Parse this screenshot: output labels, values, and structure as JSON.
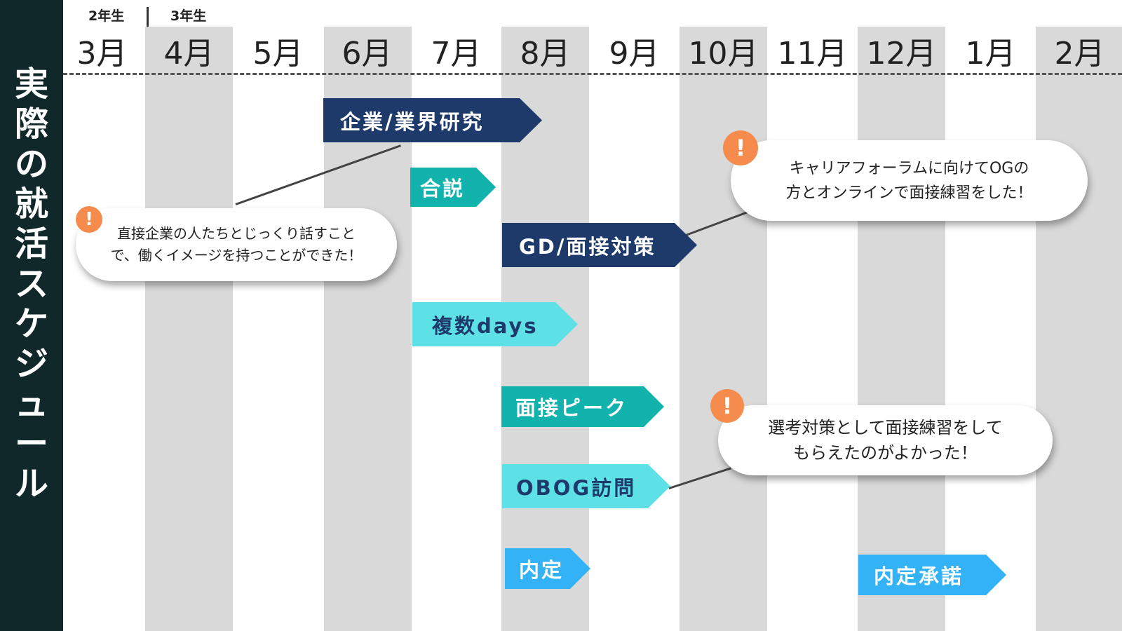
{
  "page": {
    "title": "実際の就活スケジュール",
    "colors": {
      "sidebar_bg": "#11282a",
      "band_gray": "#d9d9d9",
      "alert_orange": "#f58b4c"
    }
  },
  "timeline": {
    "years": [
      {
        "label": "2年生"
      },
      {
        "label": "3年生"
      }
    ],
    "months": [
      "3月",
      "4月",
      "5月",
      "6月",
      "7月",
      "8月",
      "9月",
      "10月",
      "11月",
      "12月",
      "1月",
      "2月"
    ]
  },
  "tasks": [
    {
      "label": "企業/業界研究",
      "color": "#1d3a6b",
      "text_color": "#ffffff"
    },
    {
      "label": "合説",
      "color": "#12b3ad",
      "text_color": "#ffffff"
    },
    {
      "label": "GD/面接対策",
      "color": "#1d3a6b",
      "text_color": "#ffffff"
    },
    {
      "label": "複数days",
      "color": "#5ee1e6",
      "text_color": "#1d3a6b"
    },
    {
      "label": "面接ピーク",
      "color": "#12b3ad",
      "text_color": "#ffffff"
    },
    {
      "label": "OBOG訪問",
      "color": "#5ee1e6",
      "text_color": "#1d3a6b"
    },
    {
      "label": "内定",
      "color": "#33b3f5",
      "text_color": "#ffffff"
    },
    {
      "label": "内定承諾",
      "color": "#33b3f5",
      "text_color": "#ffffff"
    }
  ],
  "notes": [
    {
      "icon": "exclamation-icon",
      "icon_glyph": "!",
      "text": "直接企業の人たちとじっくり話すこと\nで、働くイメージを持つことができた！"
    },
    {
      "icon": "exclamation-icon",
      "icon_glyph": "!",
      "text": "キャリアフォーラムに向けてOGの\n方とオンラインで面接練習をした！"
    },
    {
      "icon": "exclamation-icon",
      "icon_glyph": "!",
      "text": "選考対策として面接練習をして\nもらえたのがよかった！"
    }
  ]
}
